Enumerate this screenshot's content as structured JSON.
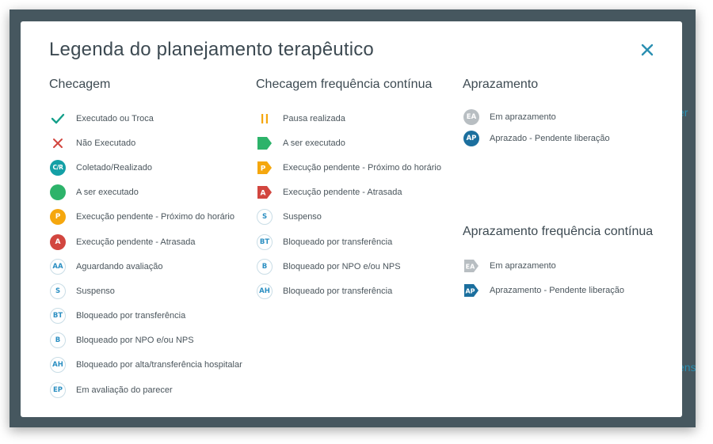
{
  "dialog": {
    "title": "Legenda do planejamento terapêutico",
    "close_icon": "close-icon",
    "accent_color": "#2a8fb1"
  },
  "checagem": {
    "heading": "Checagem",
    "items": [
      {
        "icon": "check-icon",
        "label": "Executado ou Troca"
      },
      {
        "icon": "x-icon",
        "label": "Não Executado"
      },
      {
        "icon": "badge-teal",
        "code": "C/R",
        "label": "Coletado/Realizado"
      },
      {
        "icon": "circle-green",
        "label": "A ser executado"
      },
      {
        "icon": "badge-orange",
        "code": "P",
        "label": "Execução pendente - Próximo do horário"
      },
      {
        "icon": "badge-red",
        "code": "A",
        "label": "Execução pendente - Atrasada"
      },
      {
        "icon": "badge-outline",
        "code": "AA",
        "label": "Aguardando avaliação"
      },
      {
        "icon": "badge-outline",
        "code": "S",
        "label": "Suspenso"
      },
      {
        "icon": "badge-outline",
        "code": "BT",
        "label": "Bloqueado por transferência"
      },
      {
        "icon": "badge-outline",
        "code": "B",
        "label": "Bloqueado por NPO e/ou NPS"
      },
      {
        "icon": "badge-outline",
        "code": "AH",
        "label": "Bloqueado por alta/transferência hospitalar"
      },
      {
        "icon": "badge-outline",
        "code": "EP",
        "label": "Em avaliação do parecer"
      }
    ]
  },
  "continua": {
    "heading": "Checagem frequência contínua",
    "items": [
      {
        "icon": "pause-icon",
        "label": "Pausa realizada"
      },
      {
        "icon": "flag-green",
        "label": "A ser executado"
      },
      {
        "icon": "flag-orange",
        "code": "P",
        "label": "Execução pendente - Próximo do horário"
      },
      {
        "icon": "flag-red",
        "code": "A",
        "label": "Execução pendente - Atrasada"
      },
      {
        "icon": "badge-outline",
        "code": "S",
        "label": "Suspenso"
      },
      {
        "icon": "badge-outline",
        "code": "BT",
        "label": "Bloqueado por transferência"
      },
      {
        "icon": "badge-outline",
        "code": "B",
        "label": "Bloqueado por NPO e/ou NPS"
      },
      {
        "icon": "badge-outline",
        "code": "AH",
        "label": "Bloqueado por transferência"
      }
    ]
  },
  "aprazamento": {
    "heading": "Aprazamento",
    "items": [
      {
        "icon": "badge-gray",
        "code": "EA",
        "label": "Em aprazamento"
      },
      {
        "icon": "badge-blue",
        "code": "AP",
        "label": "Aprazado - Pendente liberação"
      }
    ]
  },
  "aprazamento_continua": {
    "heading": "Aprazamento frequência contínua",
    "items": [
      {
        "icon": "flag-gray",
        "code": "EA",
        "label": "Em aprazamento"
      },
      {
        "icon": "flag-blue",
        "code": "AP",
        "label": "Aprazamento - Pendente liberação"
      }
    ]
  },
  "colors": {
    "teal": "#14a0a6",
    "green": "#2db36a",
    "orange": "#f5a70e",
    "red": "#d2463f",
    "gray": "#b8bec2",
    "blue": "#1b6f9e",
    "outline_text": "#2b8fc2"
  }
}
